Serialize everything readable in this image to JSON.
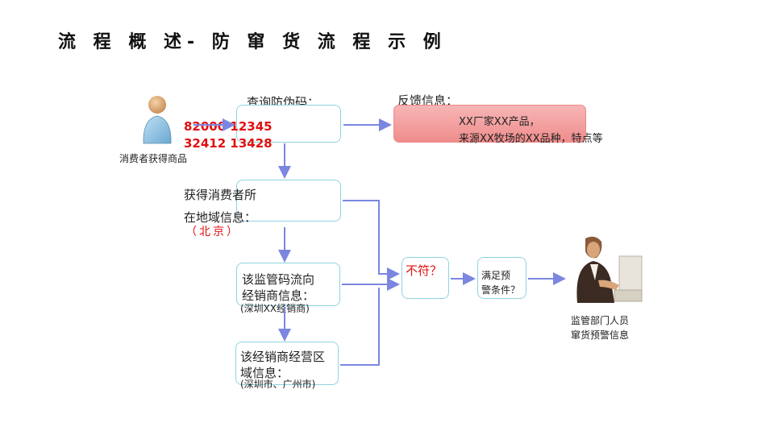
{
  "title": "流 程 概 述- 防 窜 货 流 程 示 例",
  "consumer": {
    "label": "消费者获得商品",
    "code_line1": "82000 12345",
    "code_line2": "32412 13428"
  },
  "query": {
    "label": "查询防伪码："
  },
  "feedback": {
    "label": "反馈信息：",
    "line1": "XX厂家XX产品，",
    "line2": "来源XX牧场的XX品种，特点等"
  },
  "location": {
    "line1": "获得消费者所",
    "line2": "在地域信息：",
    "value": "（北京）"
  },
  "distributor": {
    "line1": "该监管码流向",
    "line2": "经销商信息：",
    "value": "(深圳XX经销商)"
  },
  "region": {
    "line1": "该经销商经营区",
    "line2": "域信息：",
    "value": "(深圳市、广州市)"
  },
  "mismatch": {
    "label": "不符？"
  },
  "alert": {
    "line1": "满足预",
    "line2": "警条件？"
  },
  "regulator": {
    "line1": "监管部门人员",
    "line2": "窜货预警信息"
  },
  "colors": {
    "arrow": "#7b86e0",
    "box_border": "#8fd3e0",
    "accent_red": "#e01010",
    "feedback_fill": "#f4a4a4"
  }
}
